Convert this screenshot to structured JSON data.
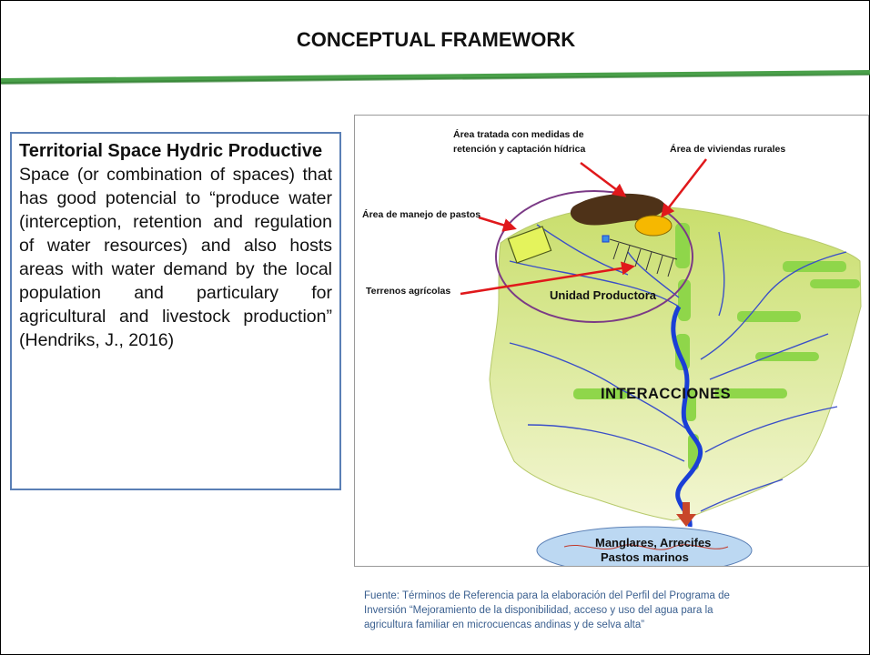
{
  "slide": {
    "title": "CONCEPTUAL FRAMEWORK"
  },
  "textbox": {
    "heading": "Territorial Space Hydric Productive",
    "body": "Space (or combination of spaces) that has good potencial to “produce water (interception, retention and regulation of water resources) and also hosts areas with water demand by the local population and particulary for agricultural and livestock production” (Hendriks, J., 2016)"
  },
  "diagram": {
    "labels": {
      "treated_area_1": "Área tratada con medidas de",
      "treated_area_2": "retención y captación hídrica",
      "rural_housing": "Área de viviendas rurales",
      "pasture_mgmt": "Área de manejo de pastos",
      "farmland": "Terrenos agrícolas",
      "production_unit": "Unidad Productora",
      "interactions": "INTERACCIONES",
      "outlet_1": "Manglares, Arrecifes",
      "outlet_2": "Pastos marinos"
    },
    "colors": {
      "rule_green": "#4aa04a",
      "watershed_light": "#eef3b9",
      "watershed_mid": "#cfe27a",
      "patch_green": "#8fd64a",
      "river_blue": "#1a3fd6",
      "arrow_red": "#e0181b",
      "circle_purple": "#7b3a86",
      "treated_brown": "#4e3218",
      "housing_orange": "#f6b800",
      "pasture_yellow": "#e4f35c",
      "ocean_blue": "#bcd8f2"
    }
  },
  "caption": {
    "lines": [
      "Fuente: Términos de Referencia para la elaboración del Perfil del Programa de",
      "Inversión “Mejoramiento de la disponibilidad, acceso y uso del agua para la",
      "agricultura familiar en microcuencas andinas y de selva alta”"
    ]
  }
}
